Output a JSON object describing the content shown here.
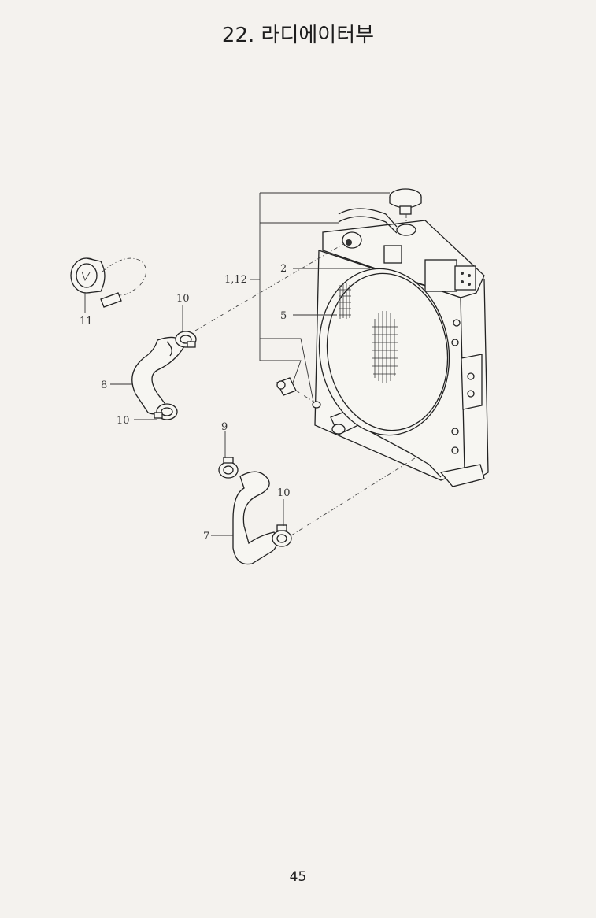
{
  "page": {
    "title": "22. 라디에이터부",
    "page_number": "45"
  },
  "callouts": {
    "c_1_12": "1,12",
    "c_2": "2",
    "c_5": "5",
    "c_7": "7",
    "c_8": "8",
    "c_9": "9",
    "c_10_upper": "10",
    "c_10_lower_left": "10",
    "c_10_lower_right": "10",
    "c_11": "11"
  }
}
